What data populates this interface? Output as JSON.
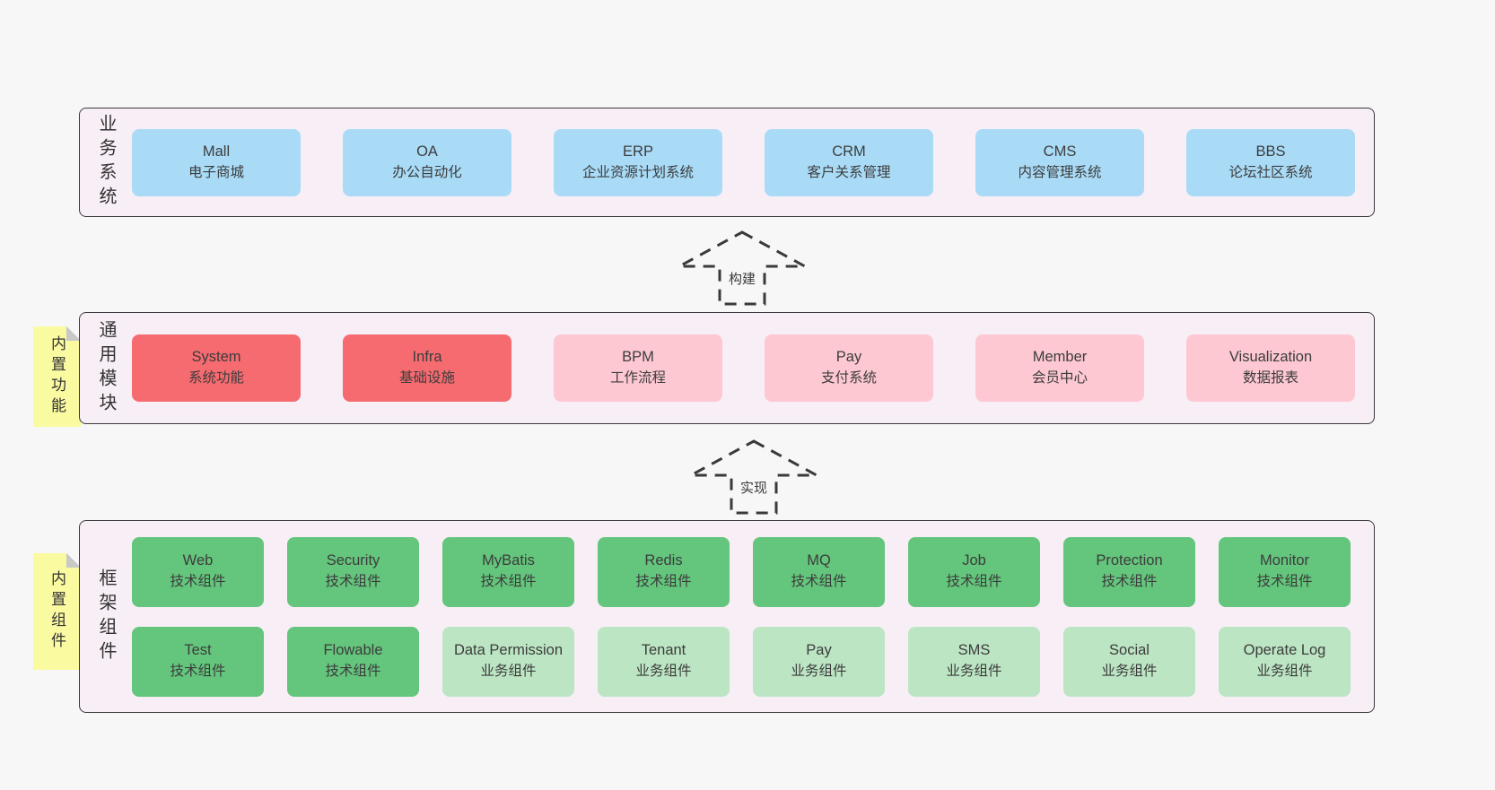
{
  "colors": {
    "page_bg": "#f7f7f7",
    "container_bg": "#f8eef6",
    "container_border": "#3a3a3a",
    "blue": "#a9dbf7",
    "red": "#f56b70",
    "pink": "#fdc8d2",
    "green": "#64c57c",
    "light_green": "#bce5c3",
    "sticky_yellow": "#fafaa0",
    "sticky_fold": "#c8c8c8"
  },
  "arrows": [
    {
      "label": "构建"
    },
    {
      "label": "实现"
    }
  ],
  "layers": {
    "business": {
      "label": "业务系统",
      "boxes": [
        {
          "title": "Mall",
          "subtitle": "电子商城",
          "variant": "blue"
        },
        {
          "title": "OA",
          "subtitle": "办公自动化",
          "variant": "blue"
        },
        {
          "title": "ERP",
          "subtitle": "企业资源计划系统",
          "variant": "blue"
        },
        {
          "title": "CRM",
          "subtitle": "客户关系管理",
          "variant": "blue"
        },
        {
          "title": "CMS",
          "subtitle": "内容管理系统",
          "variant": "blue"
        },
        {
          "title": "BBS",
          "subtitle": "论坛社区系统",
          "variant": "blue"
        }
      ]
    },
    "modules": {
      "label": "通用模块",
      "sticky": "内置功能",
      "boxes": [
        {
          "title": "System",
          "subtitle": "系统功能",
          "variant": "red"
        },
        {
          "title": "Infra",
          "subtitle": "基础设施",
          "variant": "red"
        },
        {
          "title": "BPM",
          "subtitle": "工作流程",
          "variant": "pink"
        },
        {
          "title": "Pay",
          "subtitle": "支付系统",
          "variant": "pink"
        },
        {
          "title": "Member",
          "subtitle": "会员中心",
          "variant": "pink"
        },
        {
          "title": "Visualization",
          "subtitle": "数据报表",
          "variant": "pink"
        }
      ]
    },
    "components": {
      "label": "框架组件",
      "sticky": "内置组件",
      "rows": [
        [
          {
            "title": "Web",
            "subtitle": "技术组件",
            "variant": "green"
          },
          {
            "title": "Security",
            "subtitle": "技术组件",
            "variant": "green"
          },
          {
            "title": "MyBatis",
            "subtitle": "技术组件",
            "variant": "green"
          },
          {
            "title": "Redis",
            "subtitle": "技术组件",
            "variant": "green"
          },
          {
            "title": "MQ",
            "subtitle": "技术组件",
            "variant": "green"
          },
          {
            "title": "Job",
            "subtitle": "技术组件",
            "variant": "green"
          },
          {
            "title": "Protection",
            "subtitle": "技术组件",
            "variant": "green"
          },
          {
            "title": "Monitor",
            "subtitle": "技术组件",
            "variant": "green"
          }
        ],
        [
          {
            "title": "Test",
            "subtitle": "技术组件",
            "variant": "green"
          },
          {
            "title": "Flowable",
            "subtitle": "技术组件",
            "variant": "green"
          },
          {
            "title": "Data Permission",
            "subtitle": "业务组件",
            "variant": "light-green"
          },
          {
            "title": "Tenant",
            "subtitle": "业务组件",
            "variant": "light-green"
          },
          {
            "title": "Pay",
            "subtitle": "业务组件",
            "variant": "light-green"
          },
          {
            "title": "SMS",
            "subtitle": "业务组件",
            "variant": "light-green"
          },
          {
            "title": "Social",
            "subtitle": "业务组件",
            "variant": "light-green"
          },
          {
            "title": "Operate Log",
            "subtitle": "业务组件",
            "variant": "light-green"
          }
        ]
      ]
    }
  }
}
